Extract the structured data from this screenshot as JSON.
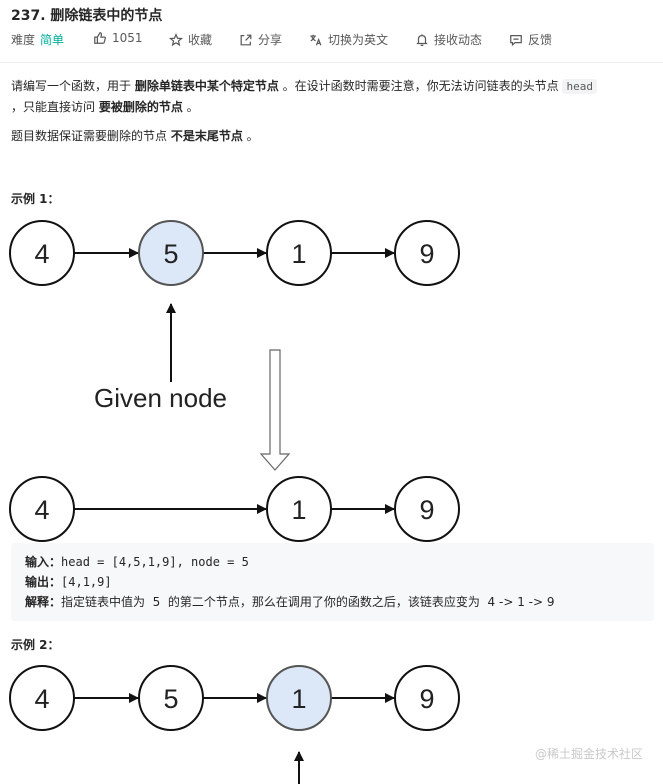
{
  "problem": {
    "title": "237. 删除链表中的节点"
  },
  "meta": {
    "difficulty_label": "难度",
    "difficulty_value": "简单",
    "likes": "1051",
    "favorite": "收藏",
    "share": "分享",
    "translate": "切换为英文",
    "subscribe": "接收动态",
    "feedback": "反馈"
  },
  "description": {
    "p1_a": "请编写一个函数，用于 ",
    "p1_b": "删除单链表中某个特定节点",
    "p1_c": " 。在设计函数时需要注意，你无法访问链表的头节点 ",
    "p1_code": "head",
    "p1_d": "，只能直接访问 ",
    "p1_e": "要被删除的节点",
    "p1_f": " 。",
    "p2_a": "题目数据保证需要删除的节点 ",
    "p2_b": "不是末尾节点",
    "p2_c": " 。"
  },
  "example1": {
    "label": "示例 1：",
    "nodes_before": [
      "4",
      "5",
      "1",
      "9"
    ],
    "highlight_before": 1,
    "given_label": "Given node",
    "nodes_after": [
      "4",
      "1",
      "9"
    ],
    "input_key": "输入：",
    "input_val": "head = [4,5,1,9], node = 5",
    "output_key": "输出：",
    "output_val": "[4,1,9]",
    "explain_key": "解释：",
    "explain_val": "指定链表中值为  5  的第二个节点，那么在调用了你的函数之后，该链表应变为  4 -> 1 -> 9"
  },
  "example2": {
    "label": "示例 2：",
    "nodes_before": [
      "4",
      "5",
      "1",
      "9"
    ],
    "highlight_before": 2
  },
  "watermark": "@稀土掘金技术社区",
  "colors": {
    "highlight_fill": "#dce8f8",
    "highlight_stroke": "#555555",
    "node_stroke": "#111111",
    "difficulty": "#00af9b"
  }
}
